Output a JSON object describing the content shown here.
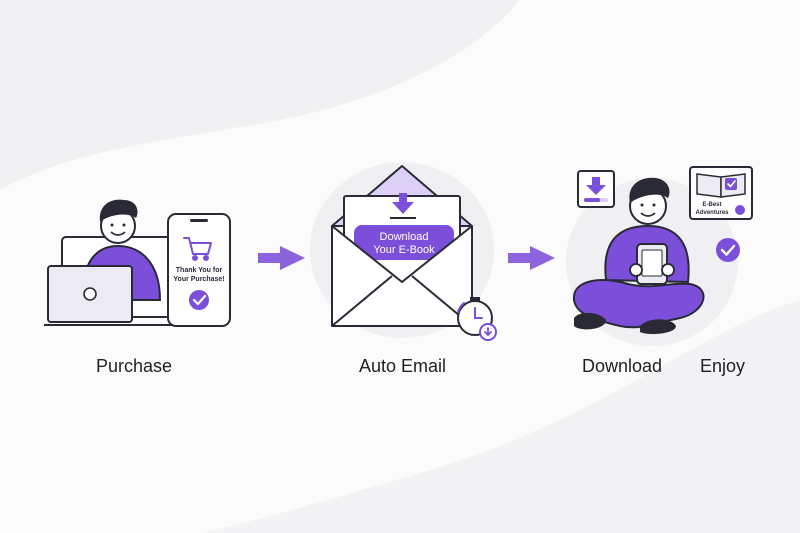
{
  "steps": {
    "purchase": {
      "label": "Purchase",
      "phone_text_line1": "Thank You for",
      "phone_text_line2": "Your Purchase!"
    },
    "email": {
      "label": "Auto Email",
      "button_line1": "Download",
      "button_line2": "Your E-Book"
    },
    "download": {
      "label": "Download"
    },
    "enjoy": {
      "label": "Enjoy",
      "book_title_line1": "E-Best",
      "book_title_line2": "Adventures"
    }
  },
  "colors": {
    "accent": "#7b4fd9",
    "accent_light": "#9a7be3",
    "accent_pale": "#dcd0f6",
    "ink": "#2a2a36",
    "background": "#fbfbfc"
  },
  "icons": {
    "arrow_1": "arrow-right-icon",
    "arrow_2": "arrow-right-icon",
    "cart": "shopping-cart-icon",
    "check": "check-circle-icon",
    "download": "download-arrow-icon",
    "clock": "clock-icon"
  }
}
